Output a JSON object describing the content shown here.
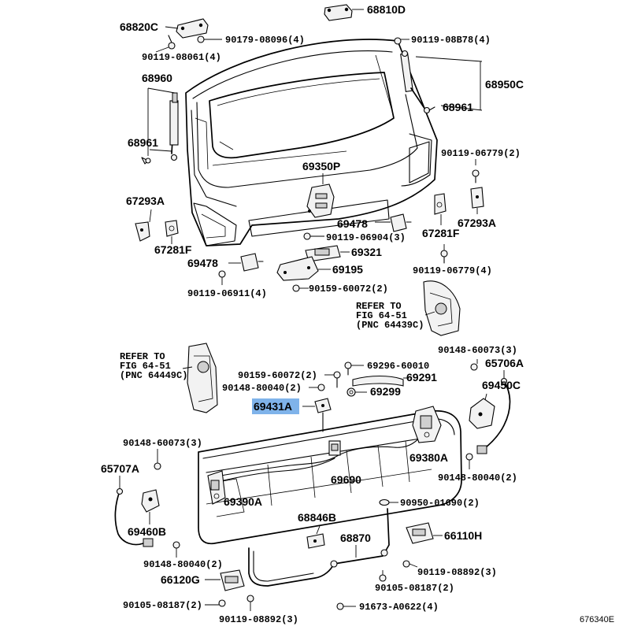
{
  "figure_id": "676340E",
  "highlighted_part": "69431A",
  "labels": {
    "p68810D": "68810D",
    "p68820C": "68820C",
    "p90179_08096": "90179-08096(4)",
    "p90119_08061": "90119-08061(4)",
    "p90119_08B78": "90119-08B78(4)",
    "p68960": "68960",
    "p68950C": "68950C",
    "p68961_left": "68961",
    "p68961_right": "68961",
    "p90119_06779_2": "90119-06779(2)",
    "p69350P": "69350P",
    "p67293A_left": "67293A",
    "p67293A_right": "67293A",
    "p67281F_left": "67281F",
    "p67281F_right": "67281F",
    "p69478_mid": "69478",
    "p69478_left": "69478",
    "p90119_06904": "90119-06904(3)",
    "p69321": "69321",
    "p69195": "69195",
    "p90119_06779_4": "90119-06779(4)",
    "p90119_06911": "90119-06911(4)",
    "p90159_60072_a": "90159-60072(2)",
    "ref_right_1": "REFER TO",
    "ref_right_2": "FIG 64-51",
    "ref_right_3": "(PNC 64439C)",
    "ref_left_1": "REFER TO",
    "ref_left_2": "FIG 64-51",
    "ref_left_3": "(PNC 64449C)",
    "p90148_60073_r": "90148-60073(3)",
    "p65706A": "65706A",
    "p90159_60072_b": "90159-60072(2)",
    "p69296_60010": "69296-60010",
    "p69291": "69291",
    "p90148_80040_a": "90148-80040(2)",
    "p69299": "69299",
    "p69450C": "69450C",
    "p69431A": "69431A",
    "p90148_60073_l": "90148-60073(3)",
    "p69380A": "69380A",
    "p65707A": "65707A",
    "p69690": "69690",
    "p90148_80040_r": "90148-80040(2)",
    "p69390A": "69390A",
    "p90950_01690": "90950-01690(2)",
    "p69460B": "69460B",
    "p68846B": "68846B",
    "p68870": "68870",
    "p66110H": "66110H",
    "p90148_80040_l": "90148-80040(2)",
    "p90119_08892_r": "90119-08892(3)",
    "p66120G": "66120G",
    "p90105_08187_r": "90105-08187(2)",
    "p90105_08187_l": "90105-08187(2)",
    "p90119_08892_l": "90119-08892(3)",
    "p91673_A0622": "91673-A0622(4)"
  }
}
